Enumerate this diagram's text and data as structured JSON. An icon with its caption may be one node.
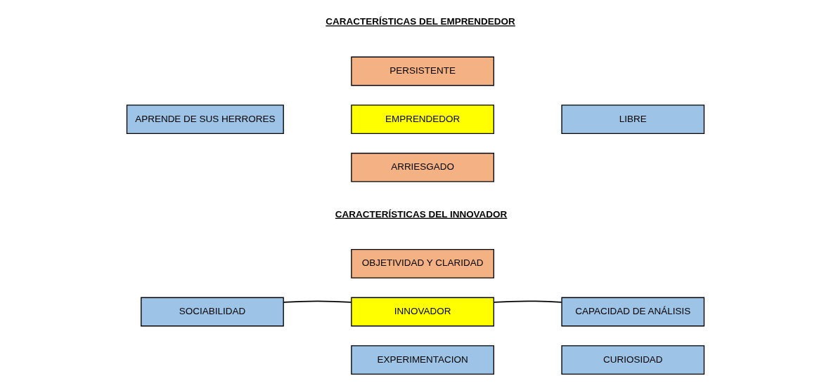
{
  "diagram": {
    "nodes": [
      {
        "text": [
          "PERSISTENTE"
        ]
      },
      {
        "text": [
          "APRENDE DE SUS HERRORES"
        ]
      },
      {
        "text": [
          "EMPRENDEDOR"
        ]
      },
      {
        "text": [
          "LIBRE"
        ]
      },
      {
        "text": [
          "ARRIESGADO"
        ]
      },
      {
        "text": [
          "OBJETIVIDAD Y CLARIDAD"
        ]
      },
      {
        "text": [
          "SOCIABILIDAD"
        ]
      },
      {
        "text": [
          "INNOVADOR"
        ]
      },
      {
        "text": [
          "CAPACIDAD DE ANÁLISIS"
        ]
      },
      {
        "text": [
          "EXPERIMENTACION"
        ]
      },
      {
        "text": [
          "CURIOSIDAD"
        ]
      }
    ],
    "edges": [
      {
        "from": 6,
        "to": 7,
        "arrow": "none"
      },
      {
        "from": 7,
        "to": 8,
        "arrow": "none"
      }
    ],
    "labels": [
      "CARACTERÍSTICAS DEL EMPRENDEDOR",
      "CARACTERÍSTICAS DEL INNOVADOR"
    ]
  }
}
